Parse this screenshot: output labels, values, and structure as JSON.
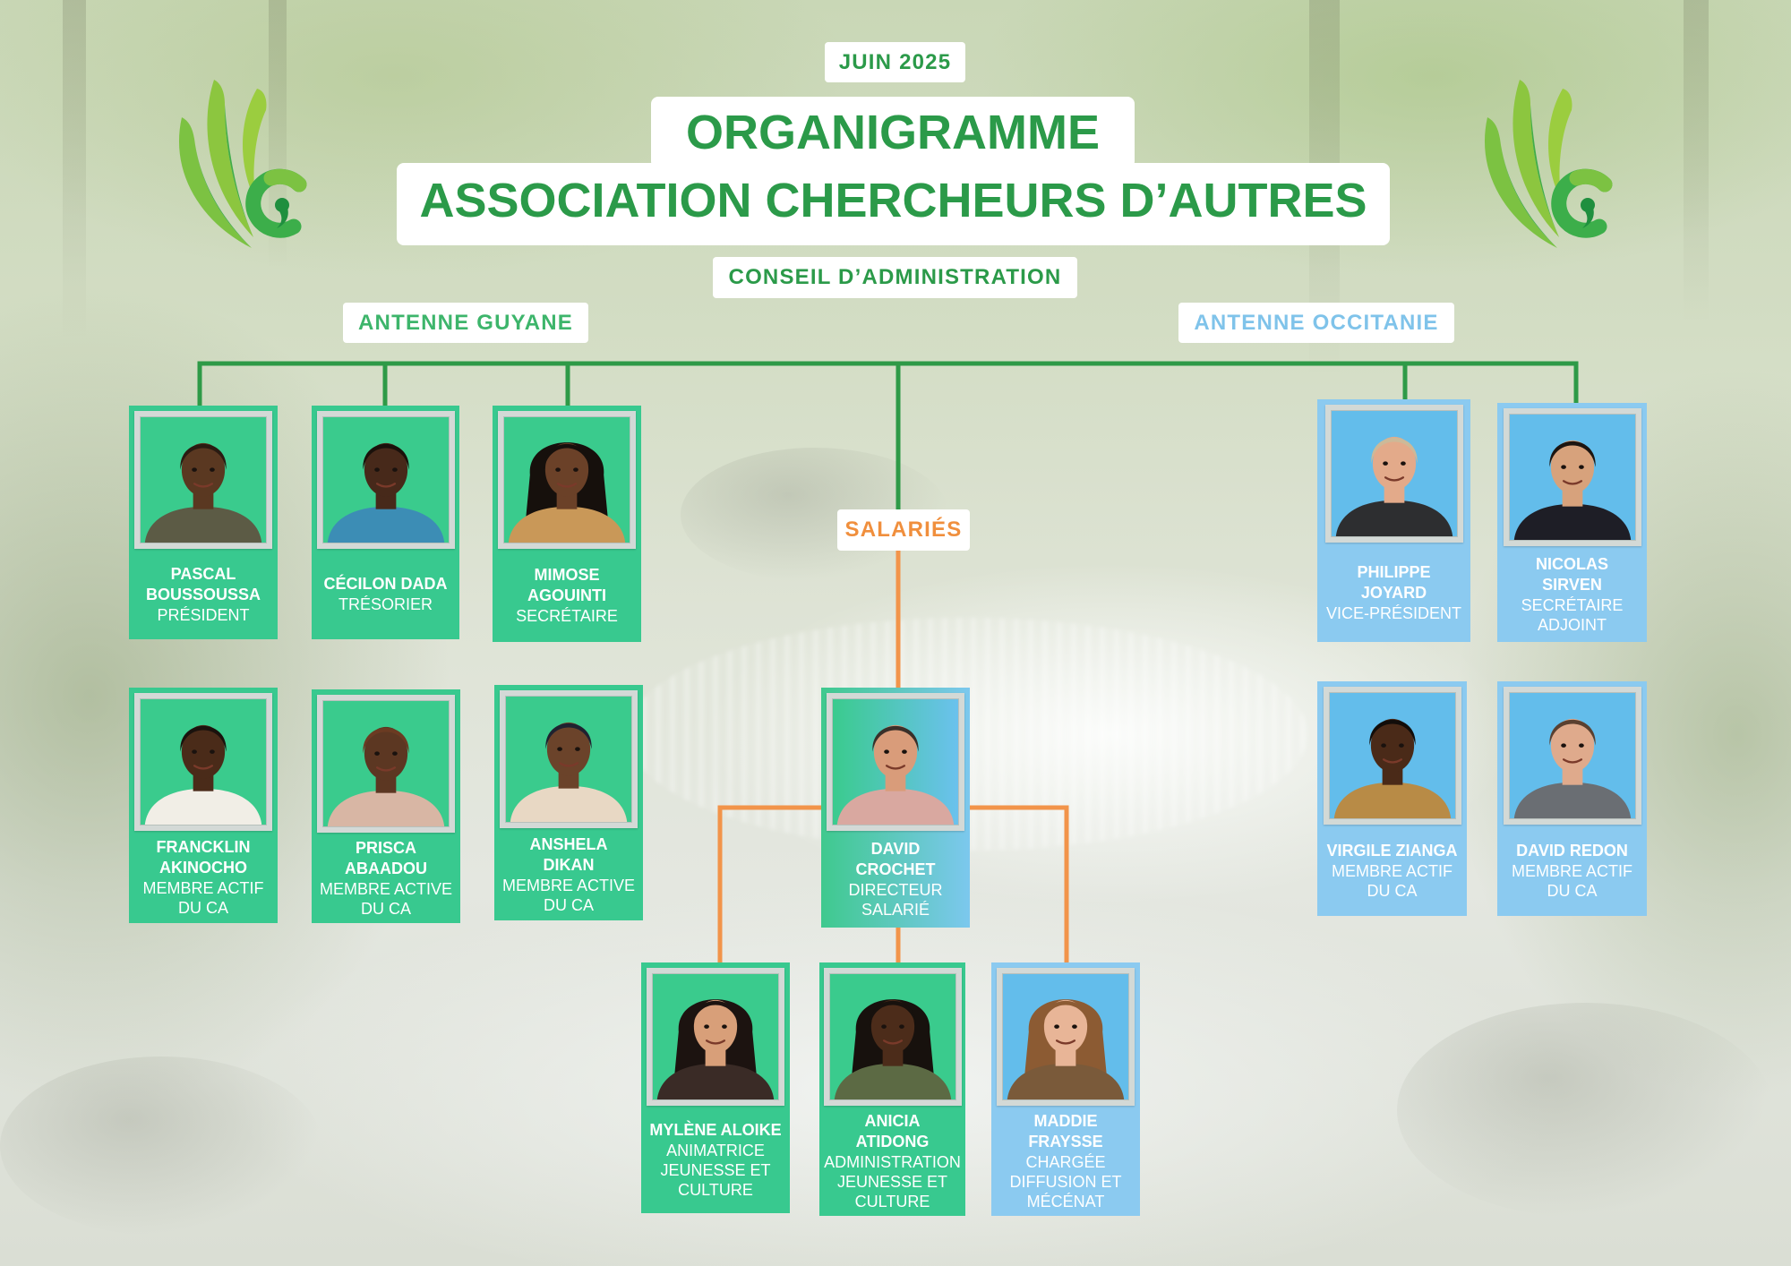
{
  "header": {
    "date": "JUIN 2025",
    "title_line1": "ORGANIGRAMME",
    "title_line2": "ASSOCIATION CHERCHEURS D’AUTRES",
    "board_label": "CONSEIL D’ADMINISTRATION"
  },
  "antennes": {
    "guyane": "ANTENNE GUYANE",
    "occitanie": "ANTENNE OCCITANIE"
  },
  "guyane": {
    "members": [
      {
        "name": "PASCAL\nBOUSSOUSSA",
        "role": "PRÉSIDENT"
      },
      {
        "name": "CÉCILON DADA",
        "role": "TRÉSORIER"
      },
      {
        "name": "MIMOSE\nAGOUINTI",
        "role": "SECRÉTAIRE"
      },
      {
        "name": "FRANCKLIN\nAKINOCHO",
        "role": "MEMBRE ACTIF\nDU CA"
      },
      {
        "name": "PRISCA\nABAADOU",
        "role": "MEMBRE ACTIVE\nDU CA"
      },
      {
        "name": "ANSHELA\nDIKAN",
        "role": "MEMBRE ACTIVE\nDU CA"
      }
    ]
  },
  "occitanie": {
    "members": [
      {
        "name": "PHILIPPE\nJOYARD",
        "role": "VICE-PRÉSIDENT"
      },
      {
        "name": "NICOLAS\nSIRVEN",
        "role": "SECRÉTAIRE\nADJOINT"
      },
      {
        "name": "VIRGILE ZIANGA",
        "role": "MEMBRE ACTIF\nDU CA"
      },
      {
        "name": "DAVID REDON",
        "role": "MEMBRE ACTIF\nDU CA"
      }
    ]
  },
  "salaries": {
    "label": "SALARIÉS",
    "director": {
      "name": "DAVID\nCROCHET",
      "role": "DIRECTEUR\nSALARIÉ"
    },
    "staff": [
      {
        "name": "MYLÈNE ALOIKE",
        "role": "ANIMATRICE\nJEUNESSE ET\nCULTURE"
      },
      {
        "name": "ANICIA\nATIDONG",
        "role": "ADMINISTRATION\nJEUNESSE ET\nCULTURE"
      },
      {
        "name": "MADDIE\nFRAYSSE",
        "role": "CHARGÉE\nDIFFUSION ET\nMÉCÉNAT"
      }
    ]
  },
  "icons": {
    "logo": "association-logo-icon",
    "portrait": "portrait-photo"
  },
  "colors": {
    "title_green": "#2b9a49",
    "guyane_label": "#3db56b",
    "occitanie_label": "#7fc3ea",
    "salaries_label": "#f08f3d",
    "card_green": "#38c98f",
    "card_blue": "#8bcaf0",
    "line_green": "#2e9a47",
    "line_orange": "#f2944a"
  }
}
